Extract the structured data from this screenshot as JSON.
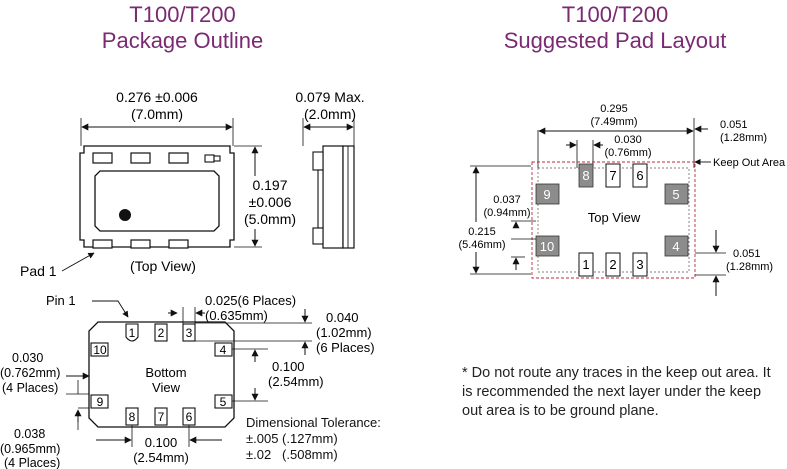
{
  "left_title": {
    "line1": "T100/T200",
    "line2": "Package Outline"
  },
  "right_title": {
    "line1": "T100/T200",
    "line2": "Suggested Pad Layout"
  },
  "outline": {
    "width_in": "0.276 ±0.006",
    "width_mm": "(7.0mm)",
    "height_in": "0.197",
    "height_tol": "±0.006",
    "height_mm": "(5.0mm)",
    "max_h_in": "0.079 Max.",
    "max_h_mm": "(2.0mm)",
    "pad1_label": "Pad 1",
    "top_view": "(Top View)"
  },
  "bottom": {
    "pin1_label": "Pin 1",
    "view_line1": "Bottom",
    "view_line2": "View",
    "pad_w_in": "0.025(6 Places)",
    "pad_w_mm": "(0.635mm)",
    "pad_h_in": "0.040",
    "pad_h_mm": "(1.02mm)",
    "pad_h_places": "(6 Places)",
    "pitch_v_in": "0.100",
    "pitch_v_mm": "(2.54mm)",
    "side_w_in": "0.030",
    "side_w_mm": "(0.762mm)",
    "side_w_places": "(4 Places)",
    "side_h_in": "0.038",
    "side_h_mm": "(0.965mm)",
    "side_h_places": "(4 Places)",
    "pitch_h_in": "0.100",
    "pitch_h_mm": "(2.54mm)",
    "pins": [
      "1",
      "2",
      "3",
      "4",
      "5",
      "6",
      "7",
      "8",
      "9",
      "10"
    ]
  },
  "tolerance": {
    "title": "Dimensional Tolerance:",
    "line1": "±.005 (.127mm)",
    "line2": "±.02   (.508mm)"
  },
  "layout": {
    "w_in": "0.295",
    "w_mm": "(7.49mm)",
    "pitch_in": "0.030",
    "pitch_mm": "(0.76mm)",
    "edge_in": "0.051",
    "edge_mm": "(1.28mm)",
    "keepout_label": "Keep Out Area",
    "pad_in": "0.037",
    "pad_mm": "(0.94mm)",
    "h_in": "0.215",
    "h_mm": "(5.46mm)",
    "top_view": "Top View",
    "edge2_in": "0.051",
    "edge2_mm": "(1.28mm)",
    "pins": [
      "1",
      "2",
      "3",
      "4",
      "5",
      "6",
      "7",
      "8",
      "9",
      "10"
    ]
  },
  "note": "* Do not route any traces in the keep out area. It is recommended the next layer under the keep out area is to be ground plane.",
  "colors": {
    "title": "#7a2a73",
    "keepout": "#c0283a",
    "pad_fill": "#8c8c8c"
  }
}
